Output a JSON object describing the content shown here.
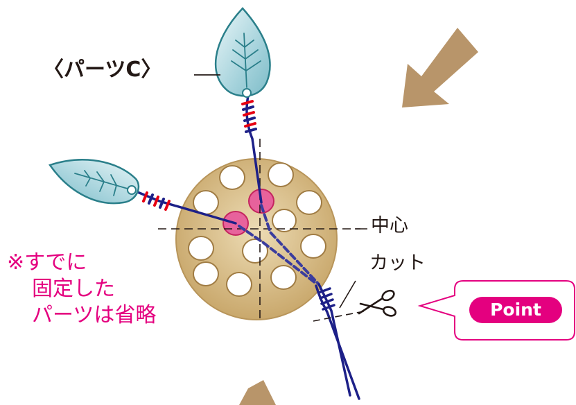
{
  "labels": {
    "part": "〈パーツC〉",
    "center": "中心",
    "cut": "カット",
    "note_line1": "※すでに",
    "note_line2": "固定した",
    "note_line3": "パーツは省略",
    "point": "Point"
  },
  "colors": {
    "pink": "#e4007f",
    "wood": "#d9c08a",
    "arrow": "#b8956a",
    "leaf": "#a9d4de",
    "leaf_outline": "#2a7f8a",
    "wire_blue": "#1d2088",
    "wire_red": "#e60012",
    "bead_pink": "#e85a9c"
  },
  "icons": [
    "scissors-icon",
    "arrow-icon",
    "leaf-icon"
  ]
}
